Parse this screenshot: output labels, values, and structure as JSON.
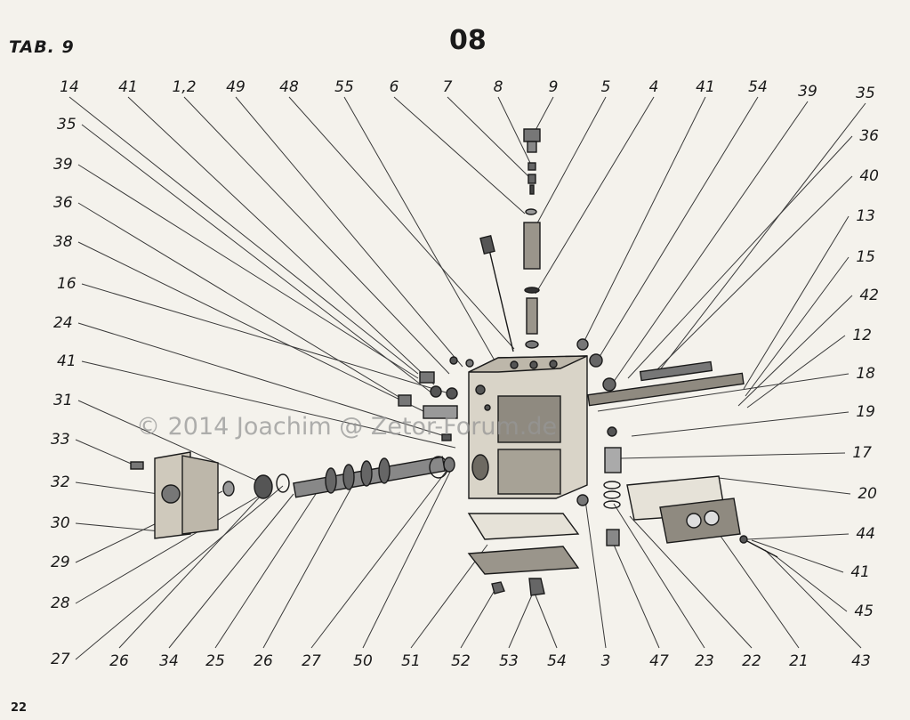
{
  "header": {
    "tab_label": "TAB. 9",
    "group_number": "08"
  },
  "footer": {
    "page_number": "22"
  },
  "watermark": "© 2014 Joachim @ Zetor-Forum.de",
  "parts": {
    "top": [
      "14",
      "41",
      "1,2",
      "49",
      "48",
      "55",
      "6",
      "7",
      "8",
      "9",
      "5",
      "4",
      "41",
      "54",
      "39",
      "35"
    ],
    "left": [
      "35",
      "39",
      "36",
      "38",
      "16",
      "24",
      "41",
      "31",
      "33",
      "32",
      "30",
      "29",
      "28",
      "27"
    ],
    "right": [
      "36",
      "40",
      "13",
      "15",
      "42",
      "12",
      "18",
      "19",
      "17",
      "20",
      "44",
      "41",
      "45"
    ],
    "bottom": [
      "26",
      "34",
      "25",
      "26",
      "27",
      "50",
      "51",
      "52",
      "53",
      "54",
      "3",
      "47",
      "23",
      "22",
      "21",
      "43"
    ]
  }
}
